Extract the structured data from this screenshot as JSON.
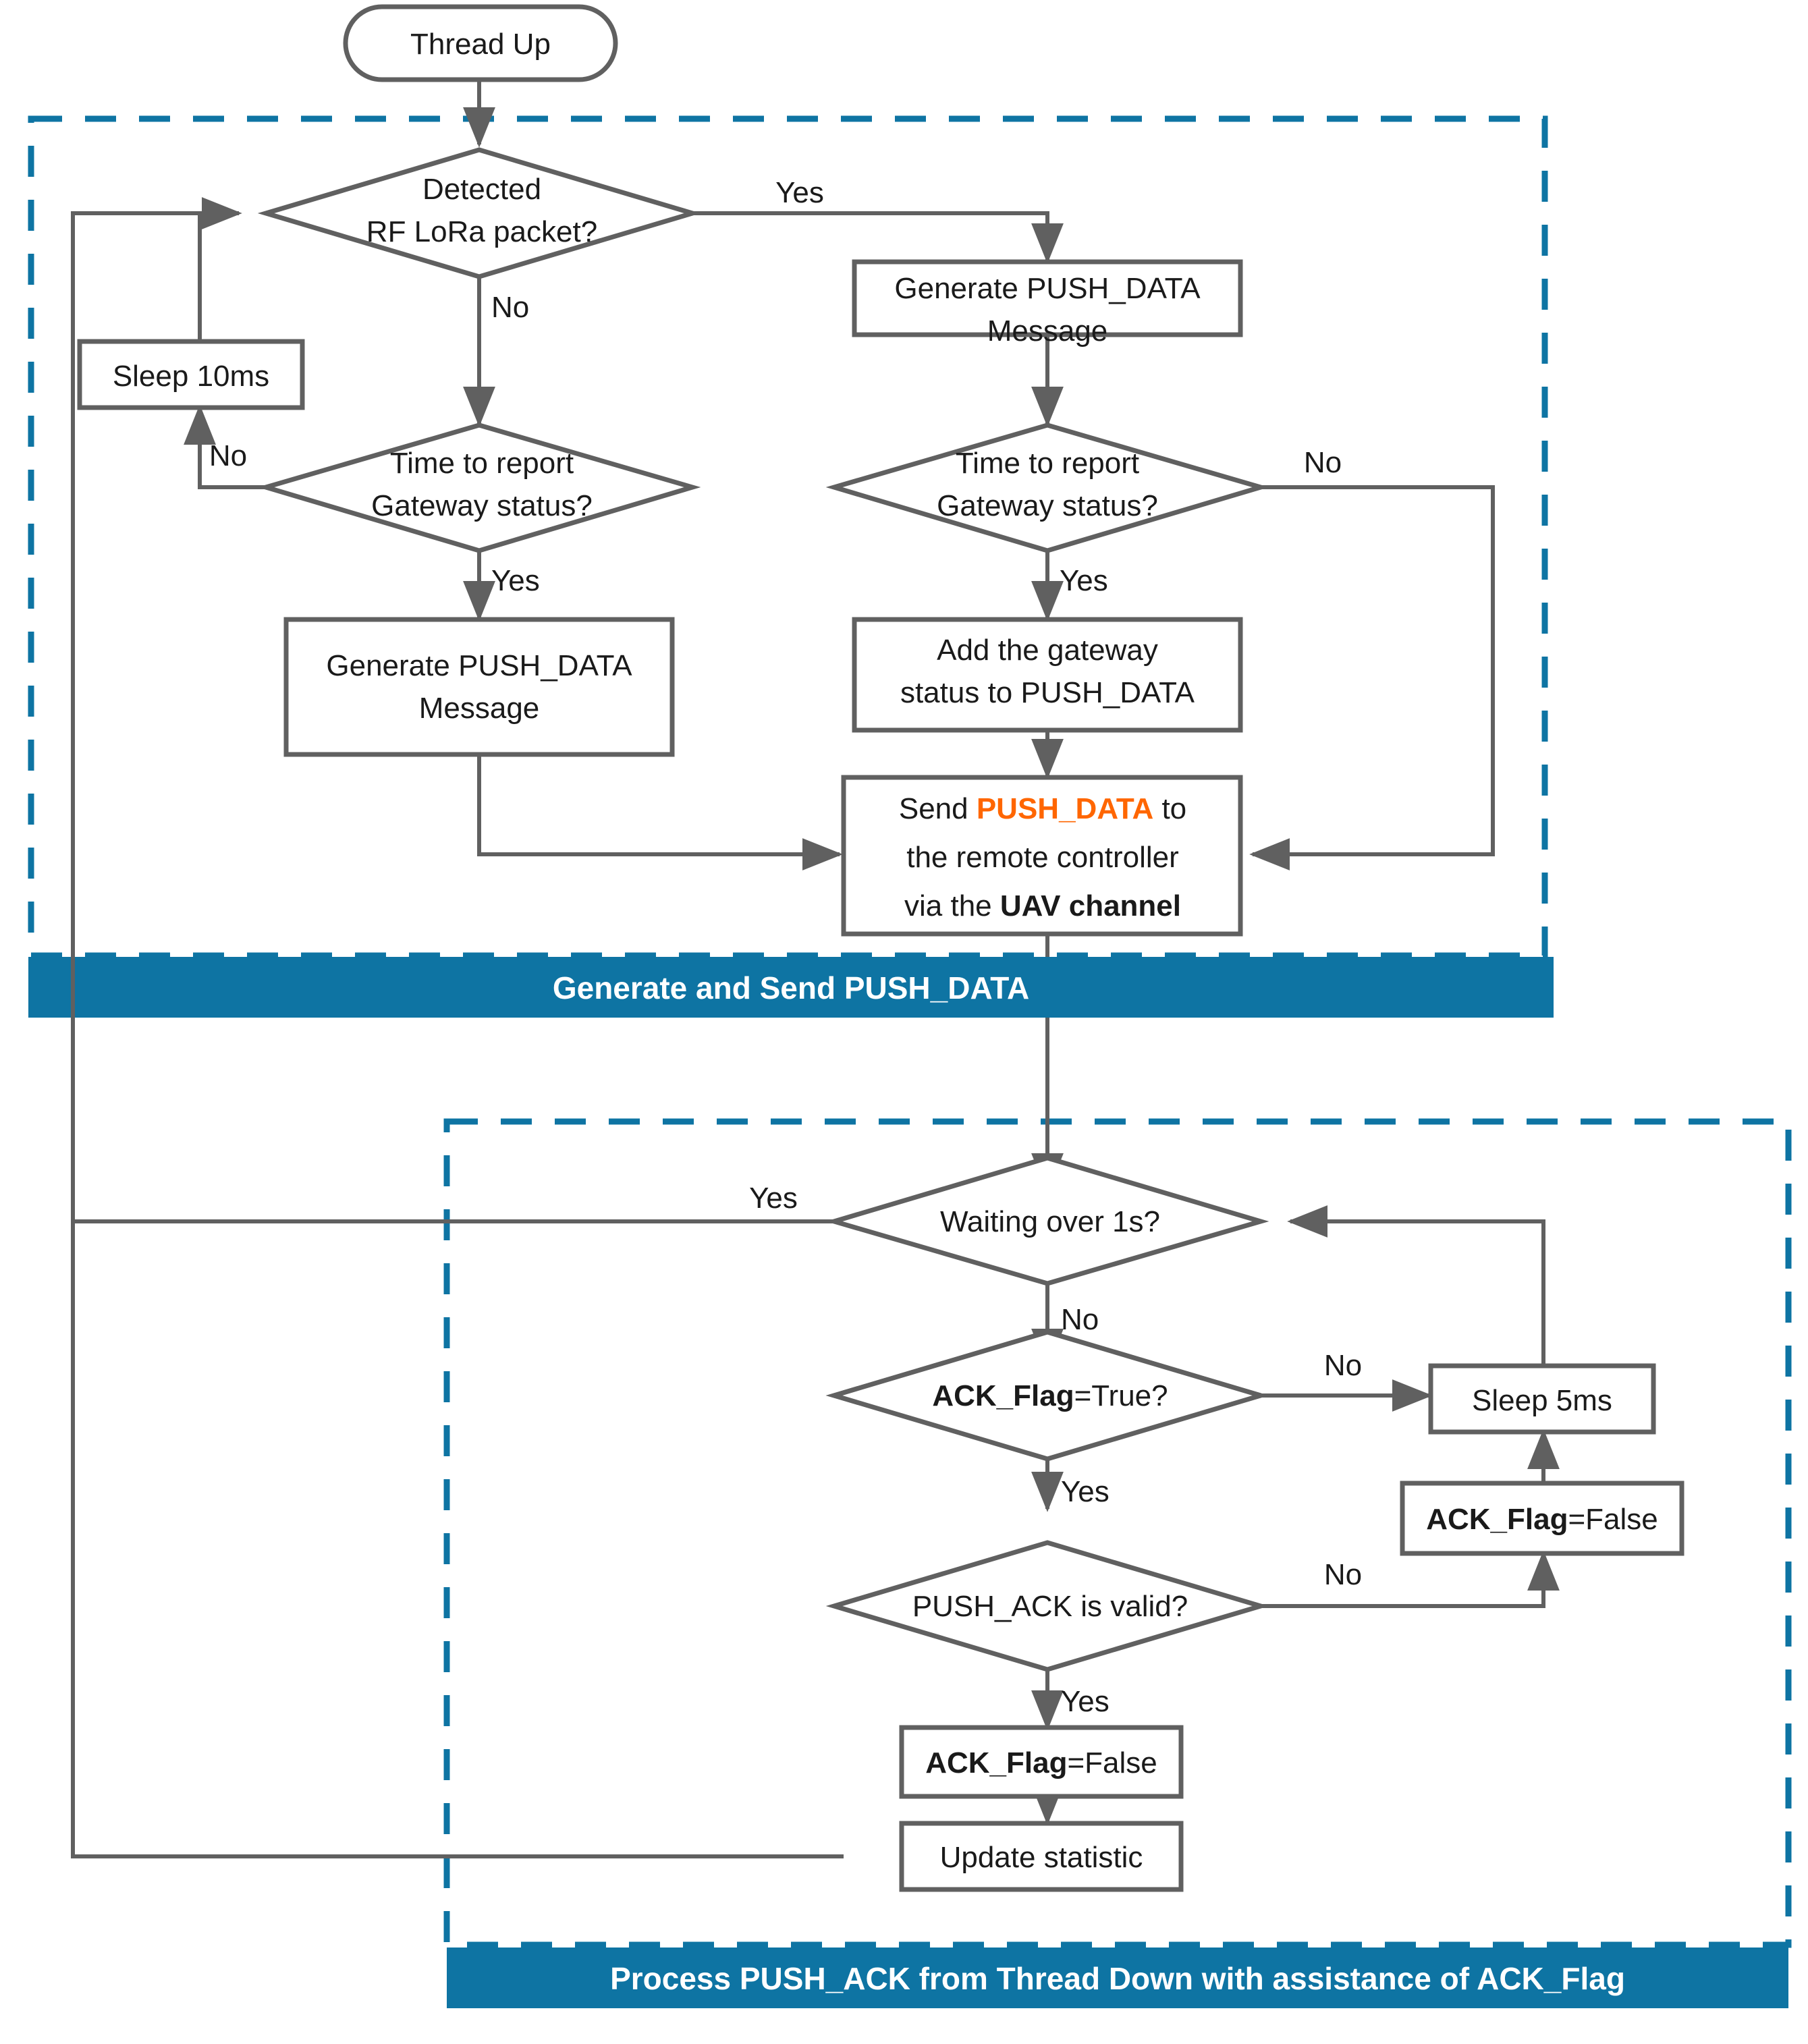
{
  "diagram": {
    "title": "Thread Up flowchart",
    "colors": {
      "stroke": "#606060",
      "dashed_group": "#0E74A3",
      "banner_bg": "#0E74A3",
      "banner_text": "#FFFFFF",
      "highlight_orange": "#FF6600",
      "text": "#1A1A1A",
      "background": "#FFFFFF"
    }
  },
  "nodes": {
    "start": {
      "label": "Thread Up",
      "shape": "terminator"
    },
    "d_detect": {
      "line1": "Detected",
      "line2": "RF LoRa packet?",
      "shape": "decision"
    },
    "sleep10": {
      "label": "Sleep 10ms",
      "shape": "process"
    },
    "d_time_left": {
      "line1": "Time to report",
      "line2": "Gateway status?",
      "shape": "decision"
    },
    "gen_left": {
      "line1": "Generate PUSH_DATA",
      "line2": "Message",
      "shape": "process"
    },
    "gen_right": {
      "line1": "Generate PUSH_DATA",
      "line2": "Message",
      "shape": "process"
    },
    "d_time_right": {
      "line1": "Time to report",
      "line2": "Gateway status?",
      "shape": "decision"
    },
    "add_status": {
      "line1": "Add the gateway",
      "line2": "status to PUSH_DATA",
      "shape": "process"
    },
    "send": {
      "line1_a": "Send ",
      "line1_b": "PUSH_DATA",
      "line1_c": " to",
      "line2": "the remote controller",
      "line3_a": "via the ",
      "line3_b": "UAV channel",
      "shape": "process"
    },
    "d_wait": {
      "label": "Waiting over 1s?",
      "shape": "decision"
    },
    "d_ackflag": {
      "label_a": "ACK_Flag",
      "label_b": "=True?",
      "shape": "decision"
    },
    "sleep5": {
      "label": "Sleep 5ms",
      "shape": "process"
    },
    "ackflag_false_right": {
      "label_a": "ACK_Flag",
      "label_b": "=False",
      "shape": "process"
    },
    "d_pushack": {
      "label": "PUSH_ACK is valid?",
      "shape": "decision"
    },
    "ackflag_false_main": {
      "label_a": "ACK_Flag",
      "label_b": "=False",
      "shape": "process"
    },
    "update": {
      "label": "Update statistic",
      "shape": "process"
    }
  },
  "edge_labels": {
    "detect_yes": "Yes",
    "detect_no": "No",
    "time_left_no": "No",
    "time_left_yes": "Yes",
    "time_right_no": "No",
    "time_right_yes": "Yes",
    "wait_yes": "Yes",
    "wait_no": "No",
    "ackflag_no": "No",
    "ackflag_yes": "Yes",
    "pushack_no": "No",
    "pushack_yes": "Yes"
  },
  "banners": {
    "top": "Generate and Send PUSH_DATA",
    "bottom": "Process PUSH_ACK from Thread Down with assistance of ACK_Flag"
  }
}
